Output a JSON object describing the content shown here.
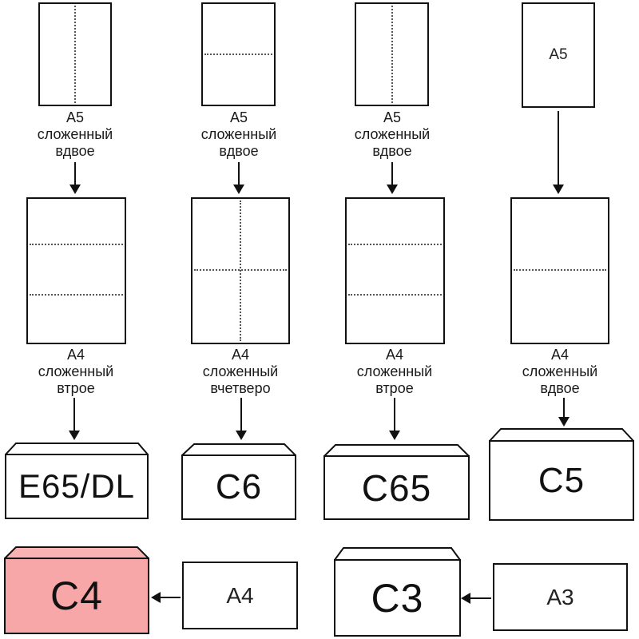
{
  "row1": {
    "col1": {
      "l1": "A5",
      "l2": "сложенный",
      "l3": "вдвое"
    },
    "col2": {
      "l1": "A5",
      "l2": "сложенный",
      "l3": "вдвое"
    },
    "col3": {
      "l1": "A5",
      "l2": "сложенный",
      "l3": "вдвое"
    },
    "col4_paper_text": "A5"
  },
  "row2": {
    "col1": {
      "l1": "A4",
      "l2": "сложенный",
      "l3": "втрое"
    },
    "col2": {
      "l1": "A4",
      "l2": "сложенный",
      "l3": "вчетверо"
    },
    "col3": {
      "l1": "A4",
      "l2": "сложенный",
      "l3": "втрое"
    },
    "col4": {
      "l1": "A4",
      "l2": "сложенный",
      "l3": "вдвое"
    }
  },
  "envelopes": {
    "e65dl": "E65/DL",
    "c6": "C6",
    "c65": "C65",
    "c5": "C5",
    "c4": "C4",
    "c3": "C3"
  },
  "row4": {
    "a4": "A4",
    "a3": "A3"
  },
  "colors": {
    "line": "#111111",
    "fold_line": "#555555",
    "envelope_fill": "#ffffff",
    "c4_body": "#f7a7a7",
    "c4_flap": "#f9b3b3",
    "background": "#ffffff"
  }
}
